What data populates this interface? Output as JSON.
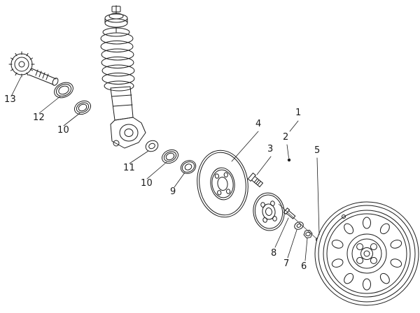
{
  "page": {
    "background": "#ffffff",
    "line_color": "#1c1c1c",
    "label_color": "#1a1a1a"
  },
  "callouts": [
    {
      "id": "callout-13",
      "label": "13"
    },
    {
      "id": "callout-12",
      "label": "12"
    },
    {
      "id": "callout-10-front",
      "label": "10"
    },
    {
      "id": "callout-11",
      "label": "11"
    },
    {
      "id": "callout-10-rear",
      "label": "10"
    },
    {
      "id": "callout-9",
      "label": "9"
    },
    {
      "id": "callout-4",
      "label": "4"
    },
    {
      "id": "callout-1",
      "label": "1"
    },
    {
      "id": "callout-2",
      "label": "2"
    },
    {
      "id": "callout-3",
      "label": "3"
    },
    {
      "id": "callout-5",
      "label": "5"
    },
    {
      "id": "callout-8",
      "label": "8"
    },
    {
      "id": "callout-7",
      "label": "7"
    },
    {
      "id": "callout-6",
      "label": "6"
    }
  ]
}
